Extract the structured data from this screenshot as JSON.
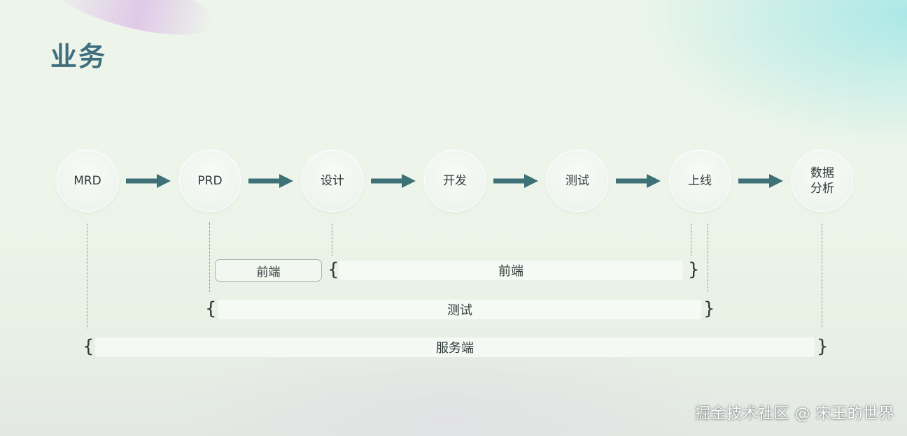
{
  "title": "业务",
  "flow": [
    "MRD",
    "PRD",
    "设计",
    "开发",
    "测试",
    "上线",
    "数据分析"
  ],
  "lanes": {
    "frontend_pill": "前端",
    "frontend": "前端",
    "testing": "测试",
    "backend": "服务端"
  },
  "brace_open": "{",
  "brace_close": "}",
  "watermark": "掘金技术社区 @ 宋玉的世界",
  "colors": {
    "arrow": "#3e7077",
    "title": "#3f6e7e",
    "text": "#2f3a3a"
  }
}
